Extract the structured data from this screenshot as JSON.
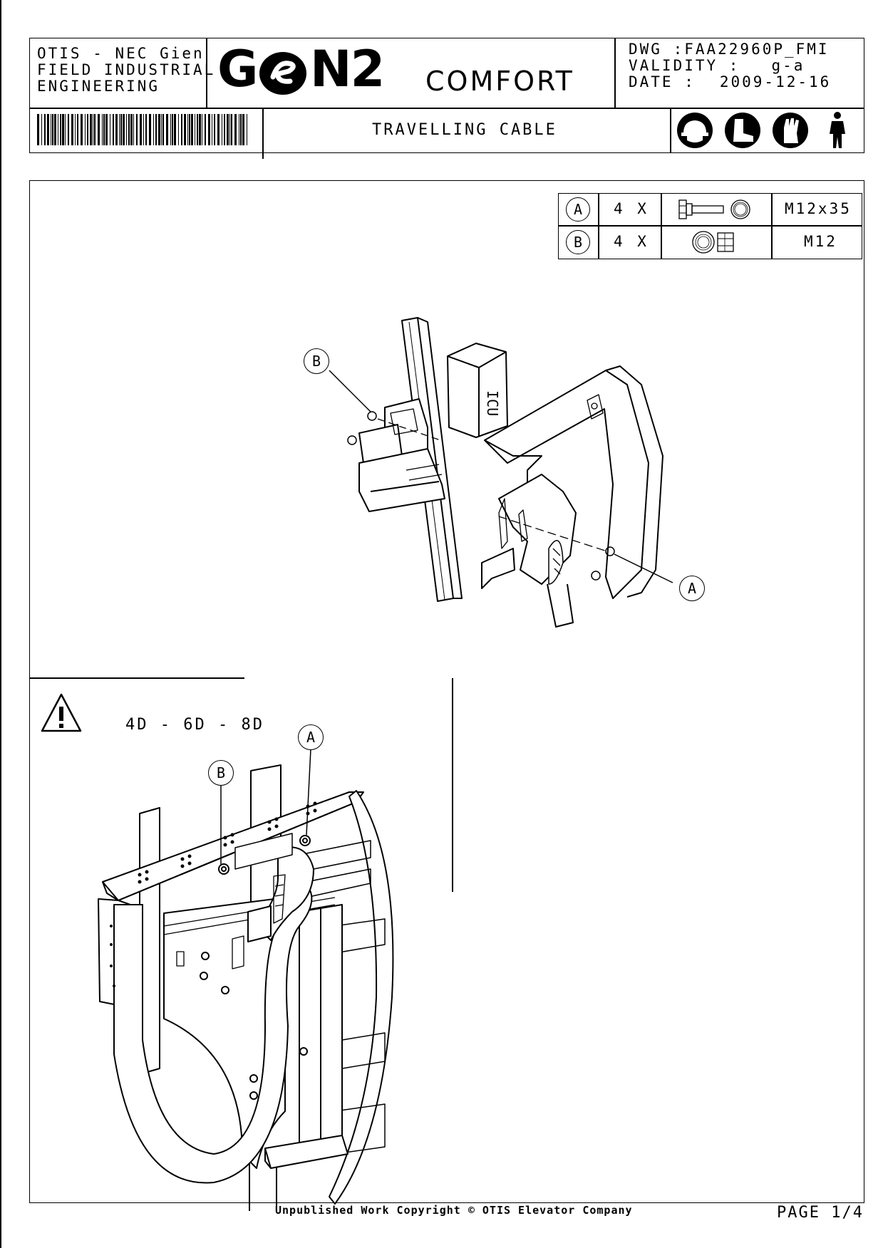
{
  "header": {
    "org_line1": "OTIS - NEC Gien",
    "org_line2": "FIELD INDUSTRIAL",
    "org_line3": "ENGINEERING",
    "brand_main": "GN2",
    "brand_sub": "COMFORT",
    "dwg_line": "DWG :FAA22960P_FMI",
    "validity_label": "VALIDITY :",
    "validity_value": "g-a",
    "date_label": "DATE :",
    "date_value": "2009-12-16",
    "title": "TRAVELLING CABLE"
  },
  "safety_icons": [
    "helmet-icon",
    "boot-icon",
    "glove-icon",
    "worker-icon"
  ],
  "parts_table": [
    {
      "ref": "A",
      "qty": "4 X",
      "icon": "bolt-washer-icon",
      "size": "M12x35"
    },
    {
      "ref": "B",
      "qty": "4 X",
      "icon": "washer-nut-icon",
      "size": "M12"
    }
  ],
  "upper_view": {
    "callout_b": "B",
    "callout_a": "A",
    "box_label": "ICU"
  },
  "lower_view": {
    "variants": "4D - 6D - 8D",
    "callout_a": "A",
    "callout_b": "B"
  },
  "footer": {
    "copyright": "Unpublished Work Copyright © OTIS Elevator Company",
    "page": "PAGE 1/4"
  }
}
